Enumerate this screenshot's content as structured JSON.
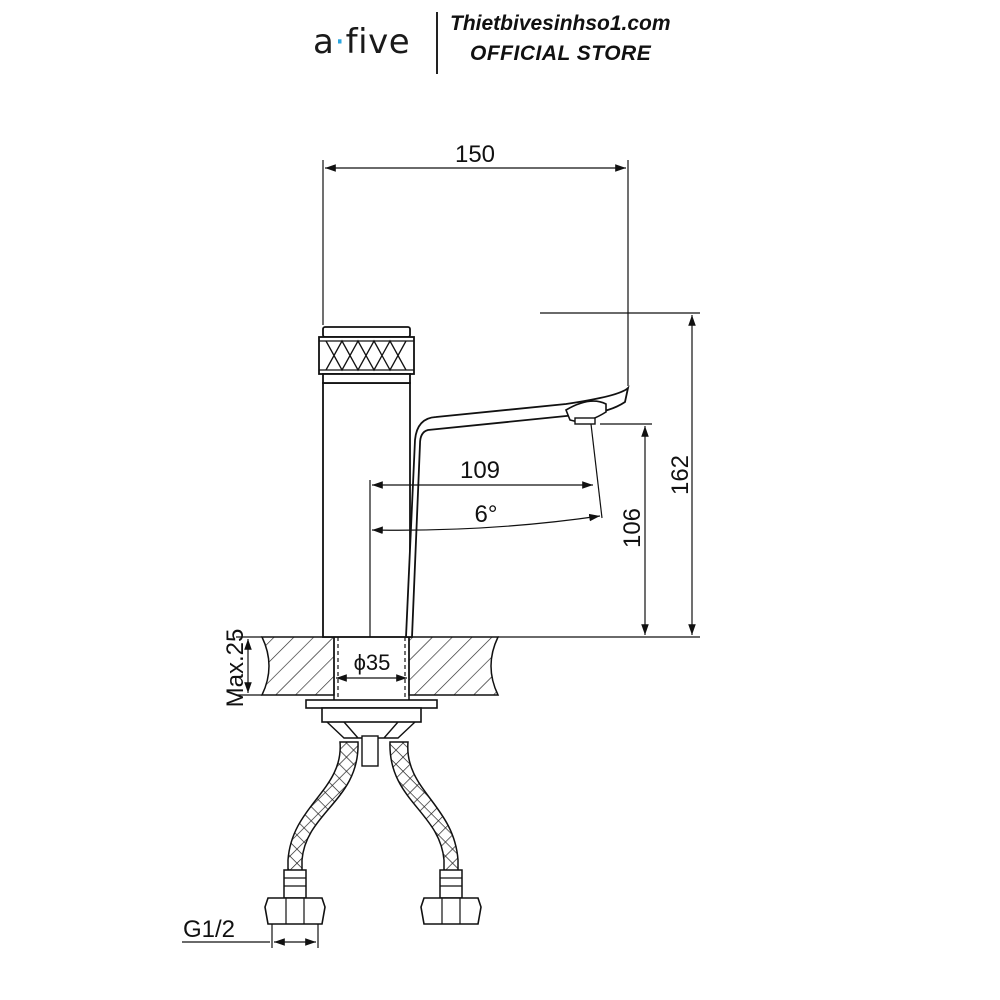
{
  "header": {
    "brand_prefix": "a",
    "brand_suffix": "five",
    "store_site": "Thietbivesinhso1.com",
    "store_label": "OFFICIAL STORE",
    "accent_color": "#2aa6e0"
  },
  "dimensions": {
    "overall_width": "150",
    "overall_height": "162",
    "spout_reach": "109",
    "spout_angle": "6°",
    "spout_height": "106",
    "hole_diameter": "ϕ35",
    "max_deck_thickness": "Max.25",
    "thread": "G1/2"
  }
}
